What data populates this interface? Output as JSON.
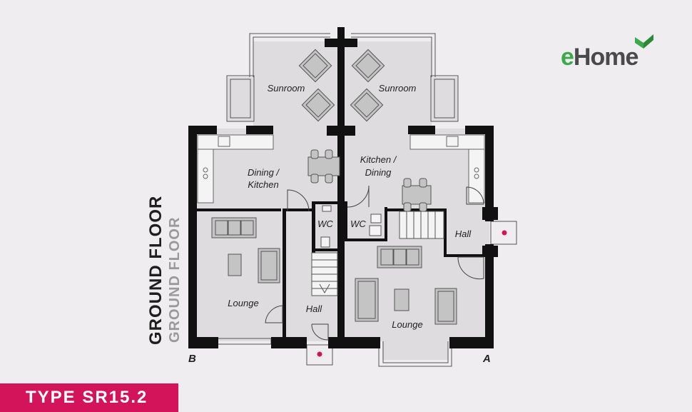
{
  "brand": {
    "name_e": "e",
    "name_rest": "Home",
    "leaf_color": "#3aaa4a"
  },
  "titles": {
    "vertical_primary": "GROUND FLOOR",
    "vertical_secondary": "GROUND FLOOR"
  },
  "type_badge": {
    "label": "TYPE SR15.2",
    "color": "#d4145a"
  },
  "markers": {
    "left": "B",
    "right": "A"
  },
  "rooms": {
    "sunroom_left": "Sunroom",
    "sunroom_right": "Sunroom",
    "dining_kitchen_l1": "Dining /",
    "dining_kitchen_l2": "Kitchen",
    "kitchen_dining_l1": "Kitchen /",
    "kitchen_dining_l2": "Dining",
    "wc_left": "WC",
    "wc_right": "WC",
    "lounge_left": "Lounge",
    "lounge_right": "Lounge",
    "hall_left": "Hall",
    "hall_right": "Hall"
  },
  "colors": {
    "wall": "#111111",
    "floor": "#dedcde",
    "furniture": "#c4c4c4",
    "entrance_dot": "#d4145a"
  }
}
